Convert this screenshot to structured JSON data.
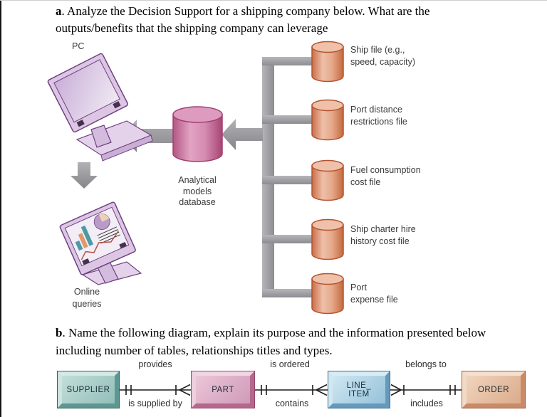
{
  "palette": {
    "file_cylinder_fill": "#e5a788",
    "file_cylinder_stroke": "#b5532f",
    "database_cylinder_fill": "#d58bb1",
    "database_cylinder_stroke": "#a2406f",
    "connector_gray": "#9b9b9f",
    "monitor_lavender": "#dcc6e4",
    "monitor_stroke": "#6f4181",
    "entity_supplier": "#a8cfc9",
    "entity_part": "#dcaac2",
    "entity_lineitem": "#aed2e6",
    "entity_order": "#e7c0a8",
    "erd_line": "#1c1c1c"
  },
  "section_a": {
    "heading": {
      "bold": "a",
      "line1_rest": ". Analyze the Decision Support for a shipping company below. What are the",
      "line2": "outputs/benefits that the shipping company can leverage"
    },
    "pc_label": "PC",
    "database_label": {
      "line1": "Analytical",
      "line2": "models",
      "line3": "database"
    },
    "online_label": {
      "line1": "Online",
      "line2": "queries"
    },
    "files": [
      {
        "line1": "Ship file (e.g.,",
        "line2": "speed, capacity)"
      },
      {
        "line1": "Port distance",
        "line2": "restrictions file"
      },
      {
        "line1": "Fuel consumption",
        "line2": "cost file"
      },
      {
        "line1": "Ship charter hire",
        "line2": "history cost file"
      },
      {
        "line1": "Port",
        "line2": "expense file"
      }
    ]
  },
  "section_b": {
    "heading": {
      "bold": "b",
      "line1_rest": ". Name the following diagram, explain its purpose and the information presented below",
      "line2": "including number of tables, relationships titles and types."
    },
    "erd": {
      "entities": [
        {
          "label": "SUPPLIER"
        },
        {
          "label": "PART"
        },
        {
          "label_line1": "LINE_",
          "label_line2": "ITEM"
        },
        {
          "label": "ORDER"
        }
      ],
      "relationships": [
        {
          "top": "provides",
          "bottom": "is supplied by"
        },
        {
          "top": "is ordered",
          "bottom": "contains"
        },
        {
          "top": "belongs to",
          "bottom": "includes"
        }
      ]
    }
  }
}
